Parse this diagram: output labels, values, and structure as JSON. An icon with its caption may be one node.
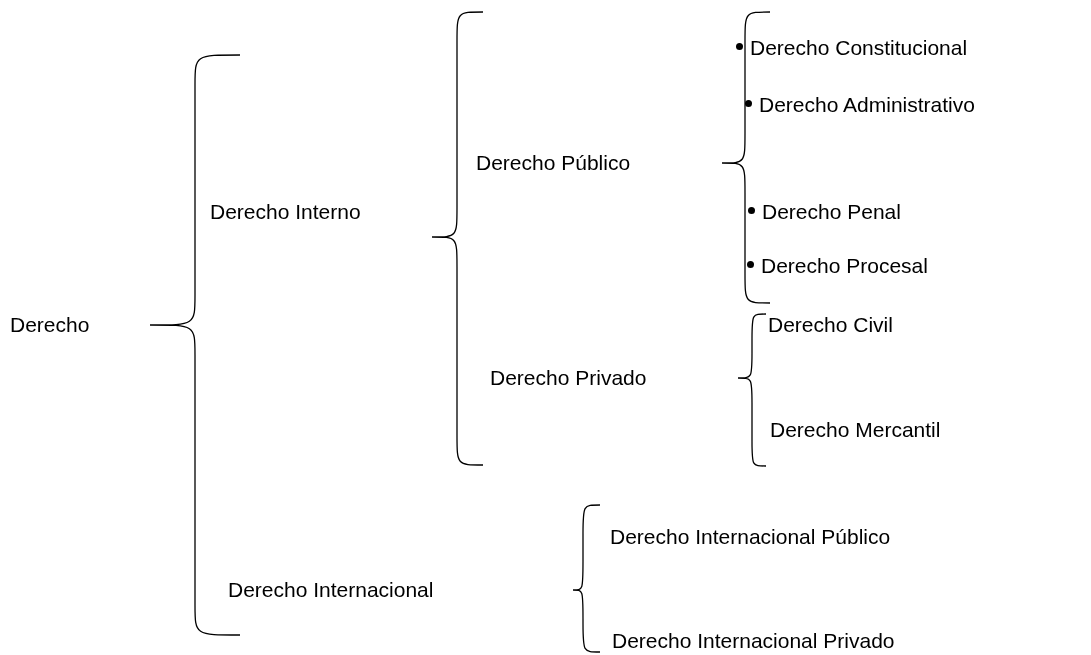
{
  "diagram": {
    "labels": [
      "Derecho",
      "Derecho Interno",
      "Derecho Público",
      "Derecho Constitucional",
      "Derecho Administrativo",
      "Derecho Penal",
      "Derecho Procesal",
      "Derecho Privado",
      "Derecho Civil",
      "Derecho Mercantil",
      "Derecho Internacional",
      "Derecho Internacional Público",
      "Derecho Internacional Privado"
    ]
  }
}
